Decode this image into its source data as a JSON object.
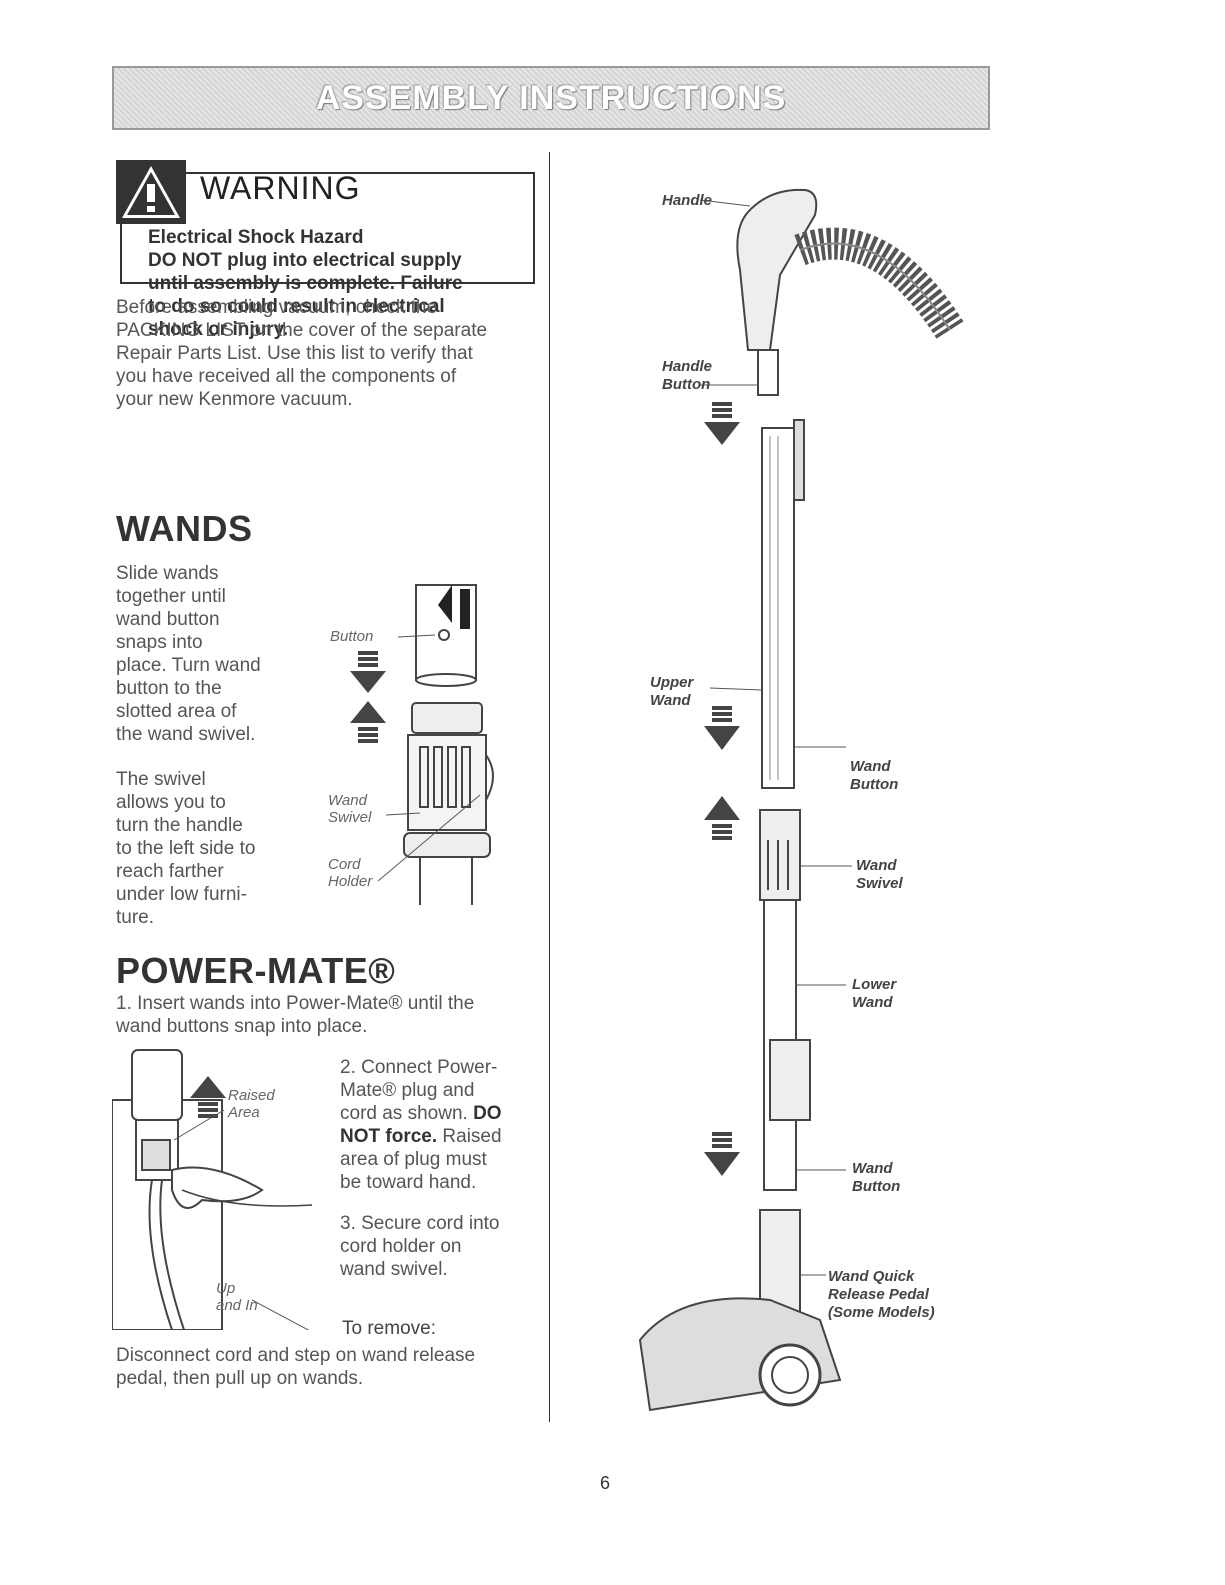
{
  "header": {
    "title": "ASSEMBLY INSTRUCTIONS"
  },
  "warning": {
    "title": "WARNING",
    "lines": [
      "Electrical Shock Hazard",
      "DO NOT plug into electrical supply",
      "until assembly is complete. Failure",
      "to do so could result in electrical",
      "shock or injury."
    ]
  },
  "intro": {
    "lines": [
      "Before assembling vacuum, check the",
      "PACKING LIST on the cover of the separate",
      "Repair Parts List. Use this list to verify that",
      "you have received all the components of",
      "your new Kenmore vacuum."
    ]
  },
  "wands": {
    "title": "WANDS",
    "p1": [
      "Slide wands",
      "together until",
      "wand button",
      "snaps into",
      "place. Turn wand",
      "button to the",
      "slotted area of",
      "the wand swivel."
    ],
    "p2": [
      "The swivel",
      "allows you to",
      "turn the handle",
      "to the left side to",
      "reach farther",
      "under low furni-",
      "ture."
    ],
    "labels": {
      "button": "Button",
      "wand_swivel": [
        "Wand",
        "Swivel"
      ],
      "cord_holder": [
        "Cord",
        "Holder"
      ]
    }
  },
  "powermate": {
    "title": "POWER-MATE®",
    "step1": [
      "1. Insert wands into Power-Mate® until the",
      "wand buttons snap into place."
    ],
    "step2": [
      "2. Connect Power-",
      "Mate® plug and",
      "cord as shown.",
      "area of plug must",
      "be toward hand."
    ],
    "step2_bold": "DO",
    "step2_bold2": "NOT force.",
    "step2_tail": " Raised",
    "step3": [
      "3. Secure cord into",
      "cord holder on",
      "wand swivel."
    ],
    "labels": {
      "raised_area": [
        "Raised",
        "Area"
      ],
      "up_and_in": [
        "Up",
        "and In"
      ]
    },
    "remove_title": "To remove:",
    "remove": [
      "Disconnect cord and step on wand release",
      "pedal, then pull up on wands."
    ]
  },
  "diagram": {
    "labels": {
      "handle": "Handle",
      "handle_button": [
        "Handle",
        "Button"
      ],
      "upper_wand": [
        "Upper",
        "Wand"
      ],
      "wand_button_1": [
        "Wand",
        "Button"
      ],
      "wand_swivel": [
        "Wand",
        "Swivel"
      ],
      "lower_wand": [
        "Lower",
        "Wand"
      ],
      "wand_button_2": [
        "Wand",
        "Button"
      ],
      "quick_release": [
        "Wand Quick",
        "Release Pedal",
        "(Some Models)"
      ]
    }
  },
  "page_number": "6"
}
